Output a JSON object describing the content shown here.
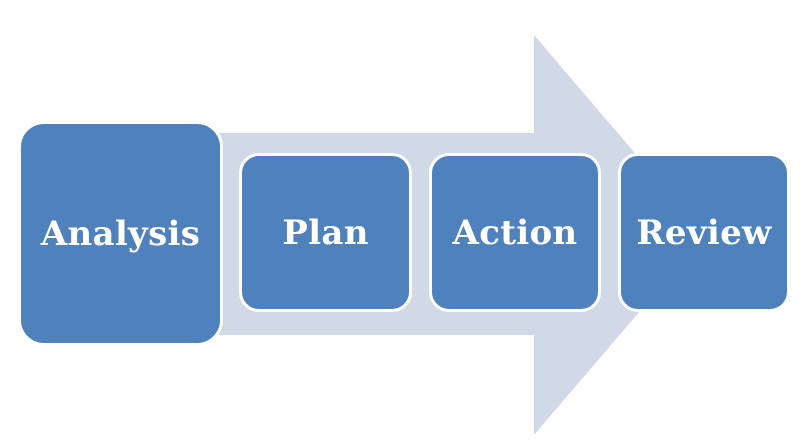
{
  "diagram": {
    "steps": [
      {
        "label": "Analysis"
      },
      {
        "label": "Plan"
      },
      {
        "label": "Action"
      },
      {
        "label": "Review"
      }
    ],
    "colors": {
      "arrow": "#d1d9e6",
      "box": "#4f81bd",
      "box_border": "#ffffff",
      "text": "#ffffff"
    }
  }
}
